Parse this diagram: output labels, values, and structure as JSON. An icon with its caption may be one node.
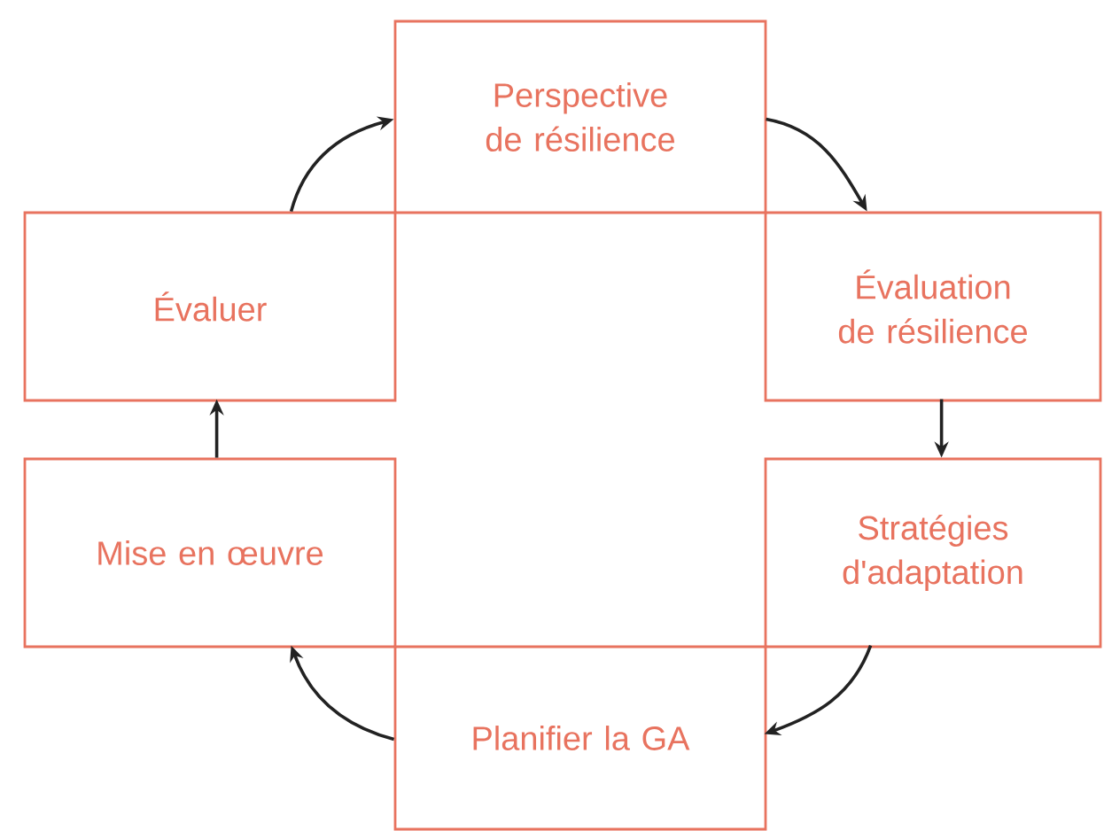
{
  "diagram": {
    "nodes": [
      {
        "text": [
          "Perspective de résilience"
        ]
      },
      {
        "text": [
          "Évaluer"
        ]
      },
      {
        "text": [
          "Évaluation de résilience"
        ]
      },
      {
        "text": [
          "Mise en œuvre"
        ]
      },
      {
        "text": [
          "Stratégies d'adaptation"
        ]
      },
      {
        "text": [
          "Planifier la GA"
        ]
      }
    ],
    "edges": [
      {
        "from": 1,
        "to": 0,
        "arrow": "to"
      },
      {
        "from": 0,
        "to": 2,
        "arrow": "to"
      },
      {
        "from": 2,
        "to": 4,
        "arrow": "to"
      },
      {
        "from": 4,
        "to": 5,
        "arrow": "to"
      },
      {
        "from": 5,
        "to": 3,
        "arrow": "to"
      },
      {
        "from": 3,
        "to": 1,
        "arrow": "to"
      }
    ]
  }
}
